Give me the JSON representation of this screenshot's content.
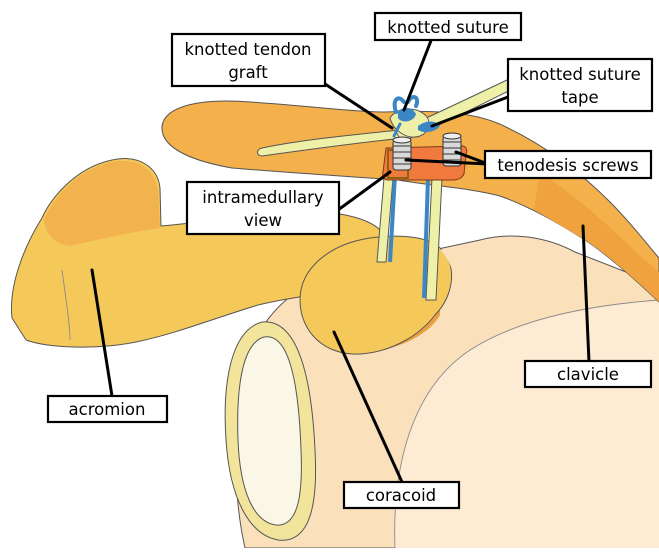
{
  "labels": {
    "knotted_suture": "knotted suture",
    "knotted_tendon_graft_line1": "knotted tendon",
    "knotted_tendon_graft_line2": "graft",
    "knotted_suture_tape_line1": "knotted suture",
    "knotted_suture_tape_line2": "tape",
    "tenodesis_screws": "tenodesis screws",
    "intramedullary_view_line1": "intramedullary",
    "intramedullary_view_line2": "view",
    "acromion": "acromion",
    "coracoid": "coracoid",
    "clavicle": "clavicle"
  },
  "colors": {
    "bone_orange": "#F4B04A",
    "bone_dark": "#EFA23E",
    "bone_yellow": "#F5C85A",
    "scapula_light": "#FBE0BC",
    "scapula_pale": "#FDEBD3",
    "graft_yellow": "#EEF0A8",
    "suture_blue": "#3D86C6",
    "screw_grey": "#D9D9D9",
    "background": "#FFFFFF"
  }
}
